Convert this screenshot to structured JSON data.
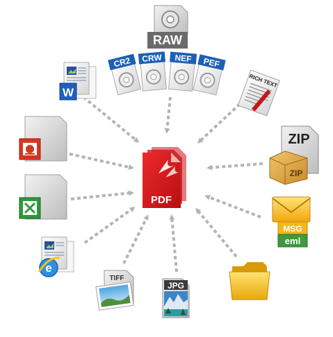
{
  "center": {
    "label": "PDF",
    "accent": "#d8171c",
    "icon": "pdf-document-icon"
  },
  "raw_group": {
    "label": "RAW",
    "formats": [
      "CR2",
      "CRW",
      "NEF",
      "PEF"
    ],
    "icon": "camera-aperture-icon",
    "tab_color": "#1d5fb4"
  },
  "sources": {
    "word": {
      "icon": "word-document-icon"
    },
    "rtf": {
      "label": "RICH TEXT",
      "icon": "rich-text-document-icon"
    },
    "powerpoint": {
      "icon": "powerpoint-document-icon"
    },
    "zip": {
      "label": "ZIP",
      "box_label": "ZIP",
      "icon": "zip-archive-icon"
    },
    "excel": {
      "icon": "excel-document-icon"
    },
    "email": {
      "msg_label": "MSG",
      "eml_label": "eml",
      "icon": "email-envelope-icon"
    },
    "html": {
      "icon": "internet-explorer-document-icon"
    },
    "tiff": {
      "label": "TIFF",
      "icon": "tiff-image-icon"
    },
    "jpg": {
      "label": "JPG",
      "icon": "jpg-image-icon"
    },
    "folder": {
      "icon": "folder-icon"
    }
  },
  "colors": {
    "arrow": "#b4b4b4",
    "pdf_red": "#d8171c",
    "word_blue": "#1f5fbf",
    "ppt_red": "#d9351f",
    "excel_green": "#2e9a3a",
    "folder_yellow": "#f4c51a",
    "envelope_yellow": "#f7c21a",
    "eml_green": "#3f9a3f"
  }
}
